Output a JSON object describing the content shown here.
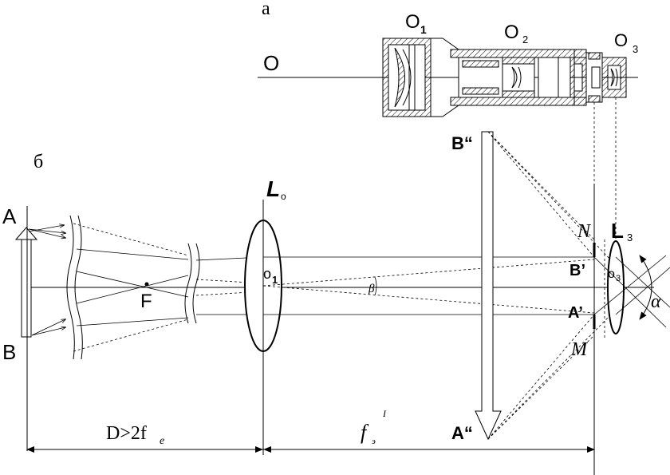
{
  "labels": {
    "part_a": "а",
    "part_b": "б",
    "o1_top": "O",
    "o1_top_sub": "1",
    "o2_top": "O",
    "o2_top_sub": "2",
    "o3_top": "O",
    "o3_top_sub": "3",
    "axis_o": "O",
    "point_a": "A",
    "point_b": "B",
    "focus_f": "F",
    "lens_lo": "L",
    "lens_lo_sub": "o",
    "center_o1": "o",
    "center_o1_sub": "1",
    "beta": "β",
    "b_double": "B“",
    "a_double": "A“",
    "b_prime": "B’",
    "a_prime": "A’",
    "n_label": "N",
    "m_label": "M",
    "lens_l3": "L",
    "lens_l3_sub": "3",
    "center_o3": "o",
    "center_o3_sub": "3",
    "alpha": "α",
    "dim_d": "D>2f",
    "dim_d_sub": "e",
    "dim_f": "f",
    "dim_f_sub": "э",
    "dim_f_sup": "I"
  }
}
